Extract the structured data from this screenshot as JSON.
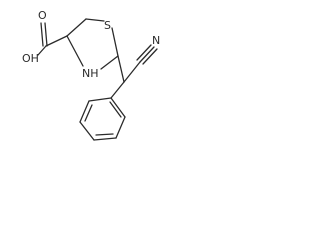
{
  "molecule": {
    "atoms": {
      "sulfur": "S",
      "ring_nitrogen": "NH",
      "nitrile_nitrogen": "N",
      "carboxylic_acid": "OH",
      "carbonyl_oxygen": "O"
    }
  }
}
